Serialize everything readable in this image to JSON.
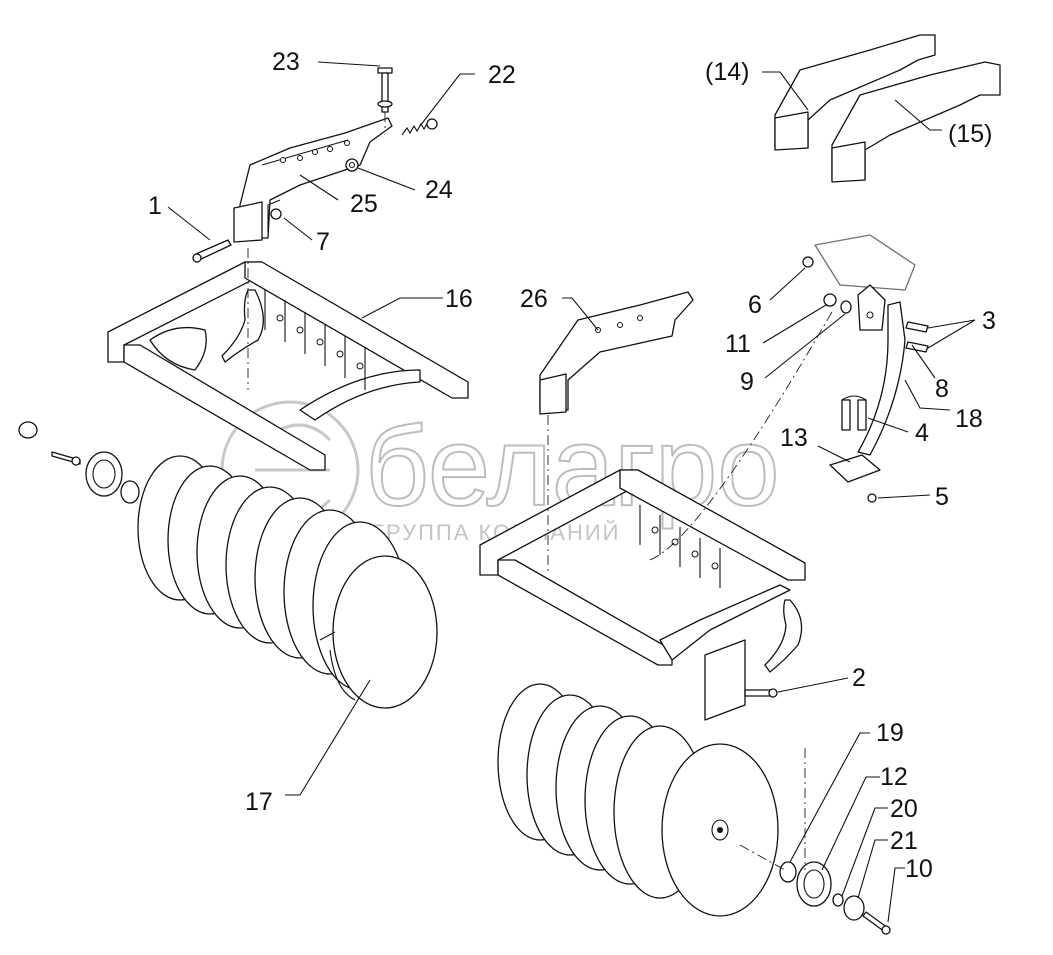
{
  "callouts": [
    {
      "id": "c23",
      "label": "23"
    },
    {
      "id": "c22",
      "label": "22"
    },
    {
      "id": "c1",
      "label": "1"
    },
    {
      "id": "c25",
      "label": "25"
    },
    {
      "id": "c24",
      "label": "24"
    },
    {
      "id": "c7",
      "label": "7"
    },
    {
      "id": "c16",
      "label": "16"
    },
    {
      "id": "c26",
      "label": "26"
    },
    {
      "id": "c6",
      "label": "6"
    },
    {
      "id": "c11",
      "label": "11"
    },
    {
      "id": "c9",
      "label": "9"
    },
    {
      "id": "c3",
      "label": "3"
    },
    {
      "id": "c8",
      "label": "8"
    },
    {
      "id": "c18",
      "label": "18"
    },
    {
      "id": "c4",
      "label": "4"
    },
    {
      "id": "c13",
      "label": "13"
    },
    {
      "id": "c5",
      "label": "5"
    },
    {
      "id": "c2",
      "label": "2"
    },
    {
      "id": "c17",
      "label": "17"
    },
    {
      "id": "c19",
      "label": "19"
    },
    {
      "id": "c12",
      "label": "12"
    },
    {
      "id": "c20",
      "label": "20"
    },
    {
      "id": "c21",
      "label": "21"
    },
    {
      "id": "c10",
      "label": "10"
    },
    {
      "id": "c14",
      "label": "(14)"
    },
    {
      "id": "c15",
      "label": "(15)"
    }
  ],
  "watermark": {
    "brand": "белагро",
    "subtitle": "ГРУППА КОМПАНИЙ"
  }
}
